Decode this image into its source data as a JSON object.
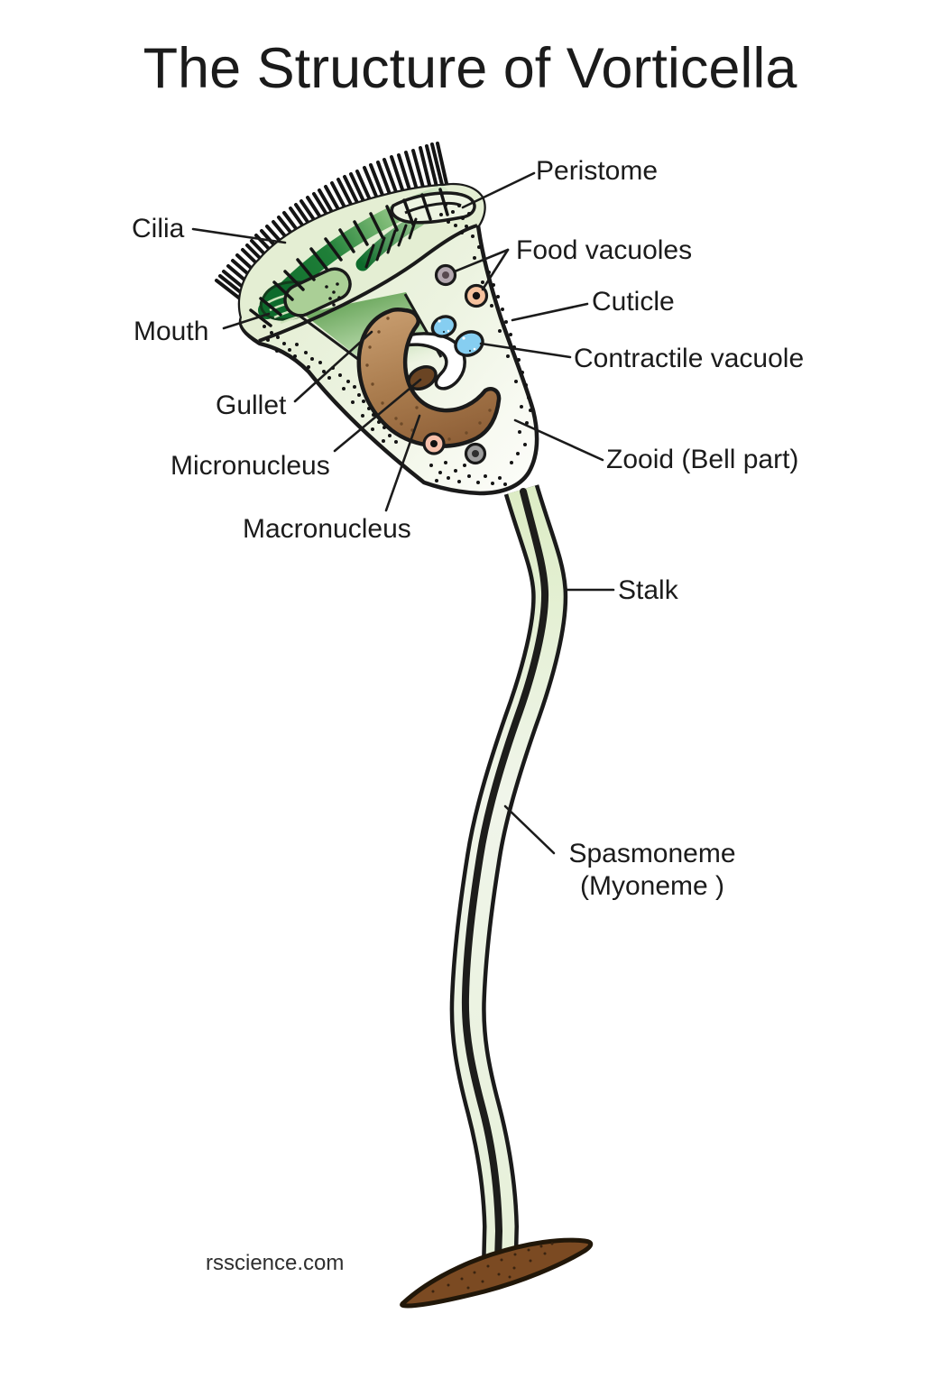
{
  "title": "The Structure of Vorticella",
  "credit": "rsscience.com",
  "labels": {
    "peristome": "Peristome",
    "cilia": "Cilia",
    "food_vacuoles": "Food vacuoles",
    "mouth": "Mouth",
    "cuticle": "Cuticle",
    "contractile_vacuole": "Contractile vacuole",
    "gullet": "Gullet",
    "zooid": "Zooid (Bell part)",
    "micronucleus": "Micronucleus",
    "macronucleus": "Macronucleus",
    "stalk": "Stalk",
    "spasmoneme_1": "Spasmoneme",
    "spasmoneme_2": "(Myoneme )"
  },
  "colors": {
    "outline": "#1a1a1a",
    "body_pale_green": "#e6f0d6",
    "peristome_dark_green": "#0d6b2b",
    "funnel_green": "#74ad66",
    "macronucleus_brown": "#a87a4c",
    "micronucleus_dark_brown": "#6a4423",
    "contractile_vacuole_blue": "#86cef1",
    "food_vacuole_gray": "#b3a7af",
    "food_vacuole_salmon": "#f6c29e",
    "food_vacuole_pink": "#f6c0ab",
    "food_vacuole_gray2": "#9d9d9d",
    "stalk_pale": "#e9f2dc",
    "spasmoneme_black": "#1d1d1b",
    "substrate_brown": "#7b4a22"
  }
}
